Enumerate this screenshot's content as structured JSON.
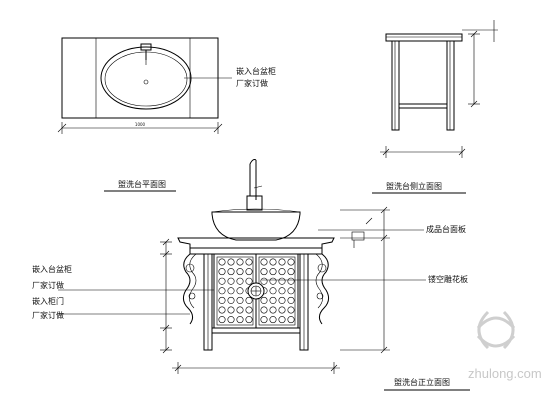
{
  "drawing": {
    "plan_view": {
      "title": "盥洗台平面图",
      "callout": [
        "嵌入台盆柜",
        "厂家订做"
      ],
      "dim_bottom": "1000"
    },
    "side_view": {
      "title": "盥洗台侧立面图"
    },
    "front_view": {
      "title": "盥洗台正立面图",
      "callouts": {
        "countertop": "成品台面板",
        "basin_cabinet": [
          "嵌入台盆柜",
          "厂家订做"
        ],
        "fabric_panel": [
          "嵌入柜门",
          "厂家订做"
        ],
        "carving": "镂空雕花板"
      }
    },
    "watermark": {
      "text": "zhulong.com"
    }
  }
}
